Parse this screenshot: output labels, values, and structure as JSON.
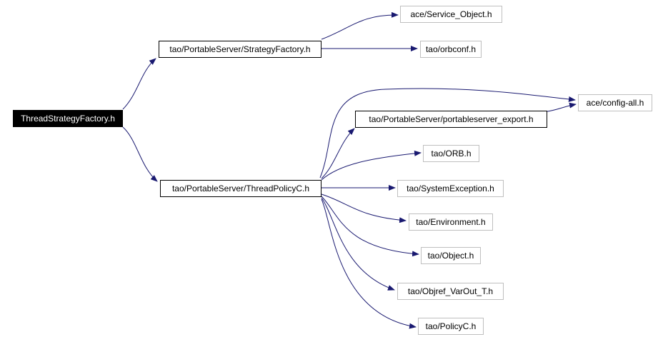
{
  "colors": {
    "edge": "#191970",
    "root_fill": "#000000",
    "root_text": "#ffffff",
    "internal_border": "#000000",
    "external_border": "#bfbfbf"
  },
  "nodes": {
    "root": "ThreadStrategyFactory.h",
    "strategy_factory": "tao/PortableServer/StrategyFactory.h",
    "thread_policy": "tao/PortableServer/ThreadPolicyC.h",
    "service_object": "ace/Service_Object.h",
    "orbconf": "tao/orbconf.h",
    "config_all": "ace/config-all.h",
    "ps_export": "tao/PortableServer/portableserver_export.h",
    "orb": "tao/ORB.h",
    "system_exception": "tao/SystemException.h",
    "environment": "tao/Environment.h",
    "object": "tao/Object.h",
    "objref_varout": "tao/Objref_VarOut_T.h",
    "policyc": "tao/PolicyC.h"
  }
}
